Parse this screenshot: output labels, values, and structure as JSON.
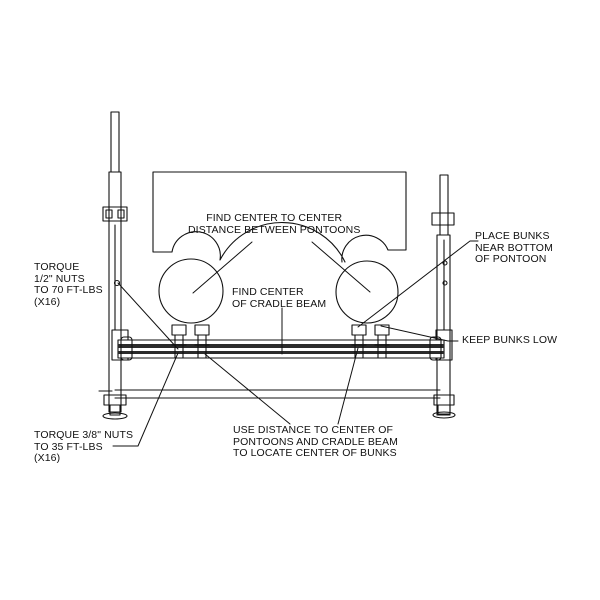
{
  "colors": {
    "ink": "#111111",
    "beam": "#2b2b2b",
    "paper": "#ffffff"
  },
  "labels": {
    "find_center_distance": [
      "FIND CENTER TO CENTER",
      "DISTANCE BETWEEN PONTOONS"
    ],
    "find_center_cradle": [
      "FIND CENTER",
      "OF CRADLE BEAM"
    ],
    "torque_half_inch": [
      "TORQUE",
      "1/2\" NUTS",
      "TO 70 FT-LBS",
      "(X16)"
    ],
    "place_bunks": [
      "PLACE BUNKS",
      "NEAR BOTTOM",
      "OF PONTOON"
    ],
    "keep_bunks_low": "KEEP BUNKS LOW",
    "torque_three_eighths": [
      "TORQUE 3/8\" NUTS",
      "TO 35 FT-LBS",
      "(X16)"
    ],
    "use_distance": [
      "USE DISTANCE TO CENTER OF",
      "PONTOONS AND CRADLE BEAM",
      "TO LOCATE CENTER OF BUNKS"
    ]
  }
}
